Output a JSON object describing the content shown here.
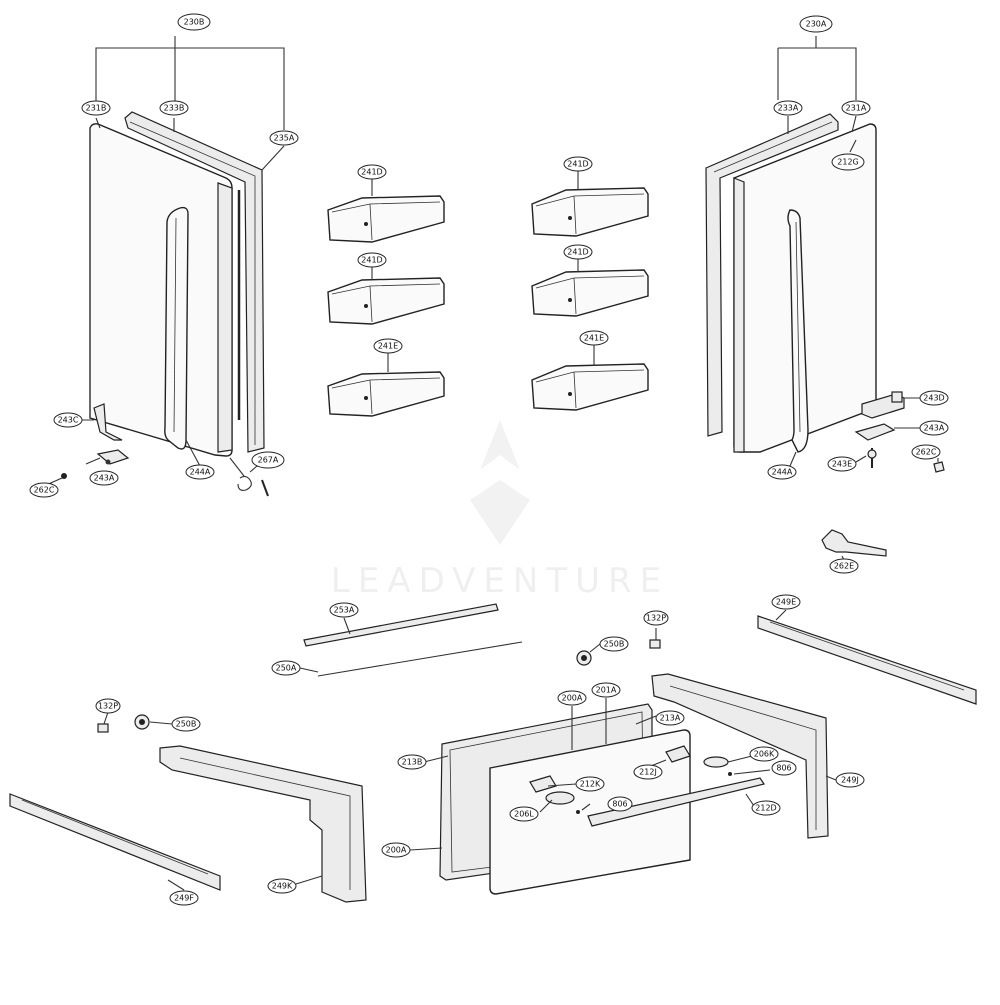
{
  "diagram": {
    "watermark": "LEADVENTURE",
    "labels": {
      "l230B": "230B",
      "l231B": "231B",
      "l233B": "233B",
      "l235A": "235A",
      "l230A": "230A",
      "l233A": "233A",
      "l231A": "231A",
      "l212G": "212G",
      "l241D_1": "241D",
      "l241D_2": "241D",
      "l241E_1": "241E",
      "l241D_3": "241D",
      "l241D_4": "241D",
      "l241E_2": "241E",
      "l243C": "243C",
      "l243A_L": "243A",
      "l262C_L": "262C",
      "l244A_L": "244A",
      "l267A": "267A",
      "l243D": "243D",
      "l243A_R": "243A",
      "l243E": "243E",
      "l262C_R": "262C",
      "l244A_R": "244A",
      "l262E": "262E",
      "l253A": "253A",
      "l250A": "250A",
      "l132P_R": "132P",
      "l250B_R": "250B",
      "l249E": "249E",
      "l200A_top": "200A",
      "l201A": "201A",
      "l213A": "213A",
      "l132P_L": "132P",
      "l250B_L": "250B",
      "l213B": "213B",
      "l206K": "206K",
      "l806_R": "806",
      "l212J": "212J",
      "l212K": "212K",
      "l806_L": "806",
      "l206L": "206L",
      "l212D": "212D",
      "l249J": "249J",
      "l200A_bot": "200A",
      "l249K": "249K",
      "l249F": "249F"
    }
  }
}
